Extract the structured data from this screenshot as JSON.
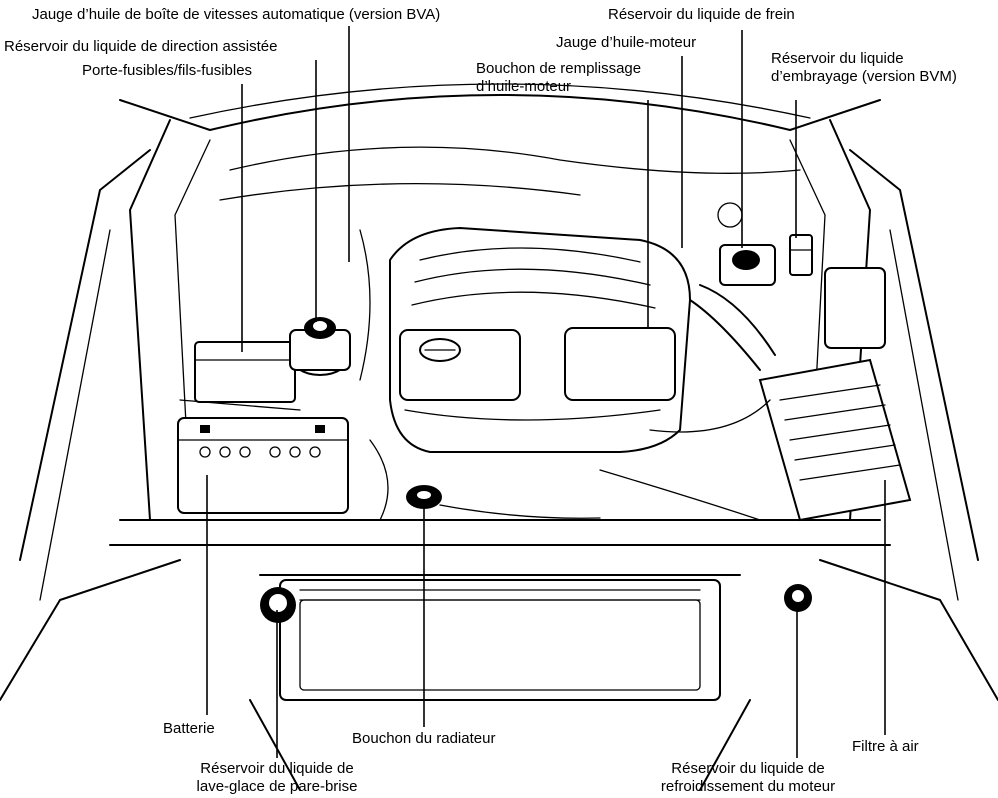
{
  "labels": {
    "atf_dipstick": "Jauge d’huile de boîte de vitesses automatique (version BVA)",
    "brake_reservoir": "Réservoir du liquide de frein",
    "power_steering_reservoir": "Réservoir du liquide de direction assistée",
    "engine_oil_dipstick": "Jauge d’huile-moteur",
    "fuse_holder": "Porte-fusibles/fils-fusibles",
    "oil_filler_cap": [
      "Bouchon de remplissage",
      "d’huile-moteur"
    ],
    "clutch_reservoir": [
      "Réservoir du liquide",
      "d’embrayage (version BVM)"
    ],
    "battery": "Batterie",
    "radiator_cap": "Bouchon du radiateur",
    "air_filter": "Filtre à air",
    "washer_reservoir": [
      "Réservoir du liquide de",
      "lave-glace de pare-brise"
    ],
    "coolant_reservoir": [
      "Réservoir du liquide de",
      "refroidissement du moteur"
    ]
  }
}
